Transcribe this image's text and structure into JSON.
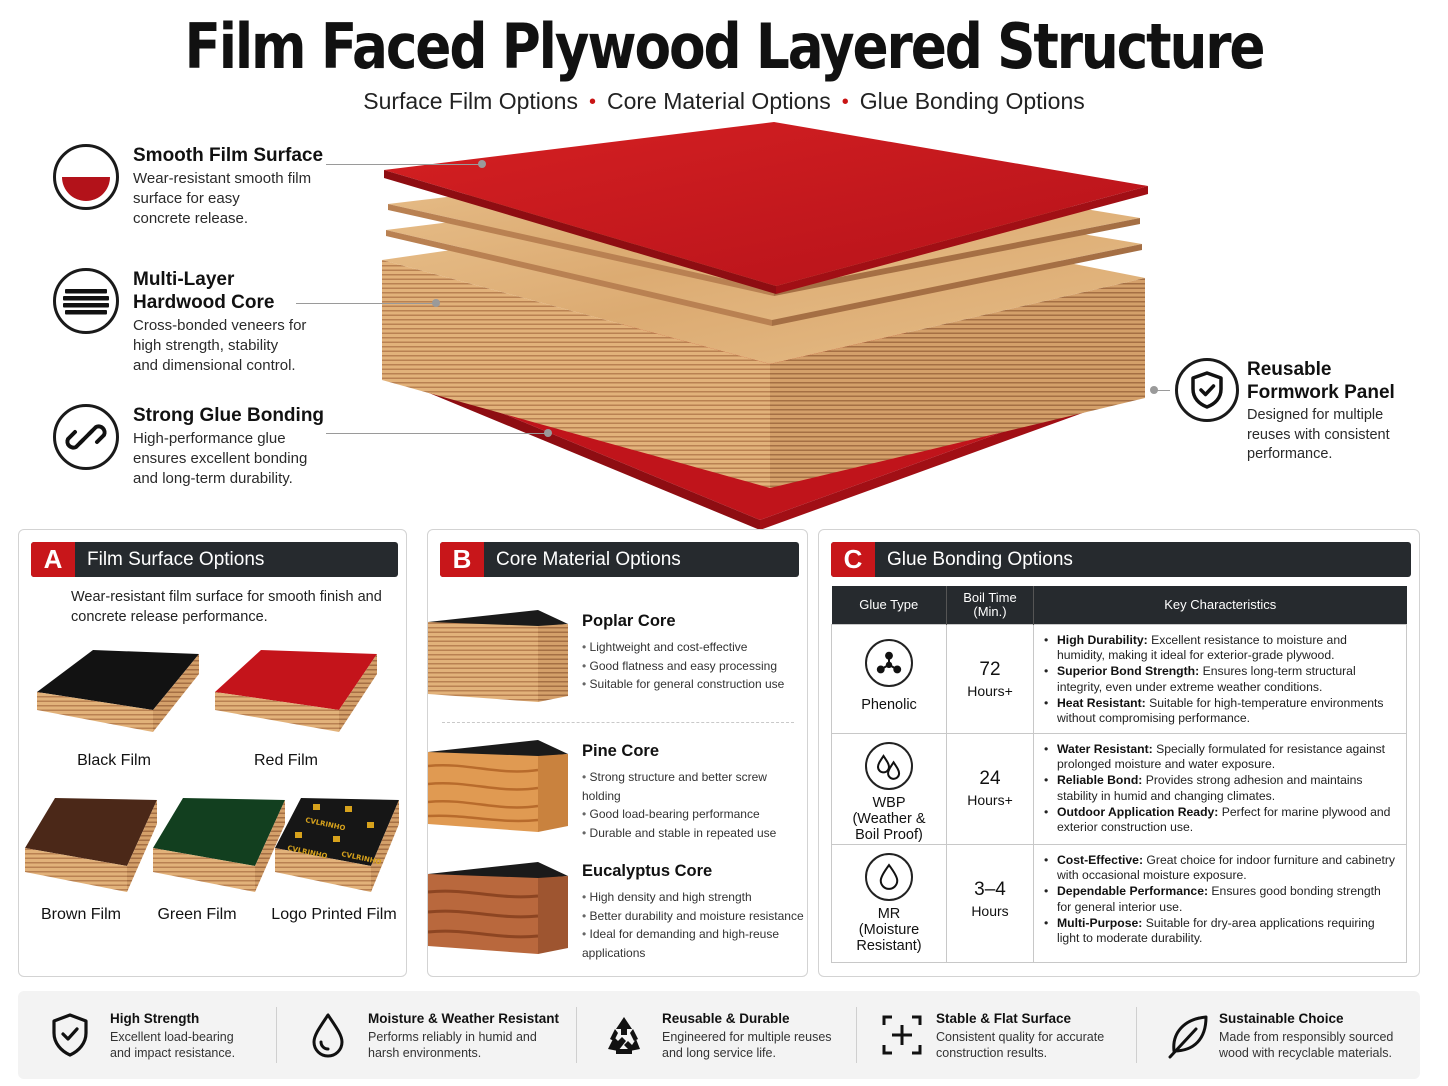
{
  "title": "Film Faced Plywood Layered Structure",
  "subtitle": {
    "item1": "Surface Film Options",
    "item2": "Core Material Options",
    "item3": "Glue Bonding Options",
    "separator": "•"
  },
  "callouts": {
    "surface": {
      "title": "Smooth Film Surface",
      "lines": [
        "Wear-resistant smooth film",
        "surface for easy",
        "concrete release."
      ]
    },
    "core": {
      "title_lines": [
        "Multi-Layer",
        "Hardwood Core"
      ],
      "lines": [
        "Cross-bonded veneers for",
        "high strength, stability",
        "and dimensional control."
      ]
    },
    "glue": {
      "title": "Strong Glue Bonding",
      "lines": [
        "High-performance glue",
        "ensures excellent bonding",
        "and long-term durability."
      ]
    },
    "reusable": {
      "title_lines": [
        "Reusable",
        "Formwork Panel"
      ],
      "lines": [
        "Designed for multiple",
        "reuses with consistent",
        "performance."
      ]
    }
  },
  "panel_a": {
    "letter": "A",
    "title": "Film Surface Options",
    "desc": "Wear-resistant film surface for smooth finish and concrete release performance.",
    "films": [
      "Black Film",
      "Red Film",
      "Brown Film",
      "Green Film",
      "Logo Printed Film"
    ],
    "logo_text": "CVLRINHO"
  },
  "panel_b": {
    "letter": "B",
    "title": "Core Material Options",
    "cores": [
      {
        "name": "Poplar Core",
        "points": [
          "Lightweight and cost-effective",
          "Good flatness and easy processing",
          "Suitable for general construction use"
        ]
      },
      {
        "name": "Pine Core",
        "points": [
          "Strong structure and better screw holding",
          "Good load-bearing performance",
          "Durable and stable in repeated use"
        ]
      },
      {
        "name": "Eucalyptus Core",
        "points": [
          "High density and high strength",
          "Better durability and moisture resistance",
          "Ideal for demanding and high-reuse applications"
        ]
      }
    ]
  },
  "panel_c": {
    "letter": "C",
    "title": "Glue Bonding Options",
    "headers": {
      "type": "Glue Type",
      "time_line1": "Boil Time",
      "time_line2": "(Min.)",
      "chars": "Key Characteristics"
    },
    "rows": [
      {
        "type_lines": [
          "Phenolic"
        ],
        "time_num": "72",
        "time_unit": "Hours+",
        "chars": [
          {
            "bold": "High Durability:",
            "text": " Excellent resistance to moisture and humidity, making it ideal for exterior-grade plywood."
          },
          {
            "bold": "Superior Bond Strength:",
            "text": " Ensures long-term structural integrity, even under extreme weather conditions."
          },
          {
            "bold": "Heat Resistant:",
            "text": " Suitable for high-temperature environments without compromising performance."
          }
        ]
      },
      {
        "type_lines": [
          "WBP",
          "(Weather &",
          "Boil Proof)"
        ],
        "time_num": "24",
        "time_unit": "Hours+",
        "chars": [
          {
            "bold": "Water Resistant:",
            "text": " Specially formulated for resistance against prolonged moisture and water exposure."
          },
          {
            "bold": "Reliable Bond:",
            "text": " Provides strong adhesion and maintains stability in humid and changing climates."
          },
          {
            "bold": "Outdoor Application Ready:",
            "text": " Perfect for marine plywood and exterior construction use."
          }
        ]
      },
      {
        "type_lines": [
          "MR",
          "(Moisture",
          "Resistant)"
        ],
        "time_num": "3–4",
        "time_unit": "Hours",
        "chars": [
          {
            "bold": "Cost-Effective:",
            "text": " Great choice for indoor furniture and cabinetry with occasional moisture exposure."
          },
          {
            "bold": "Dependable Performance:",
            "text": " Ensures good bonding strength for general interior use."
          },
          {
            "bold": "Multi-Purpose:",
            "text": " Suitable for dry-area applications requiring light to moderate durability."
          }
        ]
      }
    ]
  },
  "features": [
    {
      "title": "High Strength",
      "lines": [
        "Excellent load-bearing",
        "and impact resistance."
      ],
      "icon": "shield-check-icon"
    },
    {
      "title": "Moisture & Weather Resistant",
      "lines": [
        "Performs reliably in humid and",
        "harsh environments."
      ],
      "icon": "water-drop-icon"
    },
    {
      "title": "Reusable & Durable",
      "lines": [
        "Engineered for multiple reuses",
        "and long service life."
      ],
      "icon": "recycle-icon"
    },
    {
      "title": "Stable & Flat Surface",
      "lines": [
        "Consistent quality for accurate",
        "construction results."
      ],
      "icon": "crosshair-frame-icon"
    },
    {
      "title": "Sustainable Choice",
      "lines": [
        "Made from responsibly sourced",
        "wood with recyclable materials."
      ],
      "icon": "leaf-icon"
    }
  ],
  "colors": {
    "accent_red": "#c8161a",
    "header_dark": "#262a2e",
    "wood": "#d9a873"
  }
}
